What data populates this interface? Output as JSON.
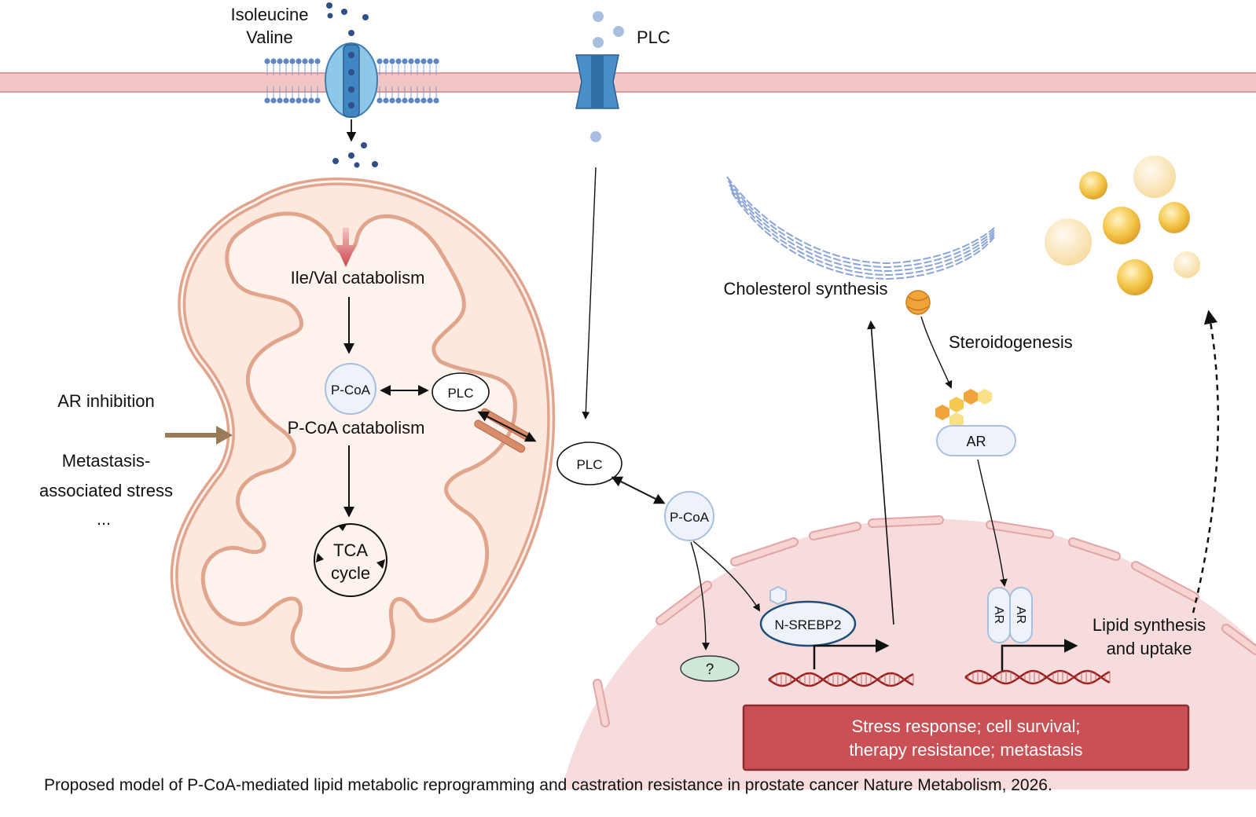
{
  "transport": {
    "amino_acids": [
      "Isoleucine",
      "Valine"
    ],
    "plc_outside": "PLC"
  },
  "mitochondrion": {
    "ile_val_catabolism": "Ile/Val catabolism",
    "pcoa_node": "P-CoA",
    "plc_node": "PLC",
    "pcoa_catabolism": "P-CoA catabolism",
    "tca_line1": "TCA",
    "tca_line2": "cycle"
  },
  "inputs": {
    "ar_inhibition": "AR inhibition",
    "stress_line1": "Metastasis-",
    "stress_line2": "associated stress",
    "ellipsis": "..."
  },
  "cytosol": {
    "plc_node": "PLC",
    "pcoa_node": "P-CoA",
    "unknown_node": "?",
    "nsrebp2": "N-SREBP2",
    "cholesterol_synthesis": "Cholesterol synthesis",
    "steroidogenesis": "Steroidogenesis",
    "ar_receptor": "AR",
    "ar_dimer": [
      "AR",
      "AR"
    ],
    "lipid_line1": "Lipid synthesis",
    "lipid_line2": "and uptake"
  },
  "outcome": {
    "line1": "Stress response; cell survival;",
    "line2": "therapy resistance; metastasis"
  },
  "caption": "Proposed model of P-CoA-mediated lipid metabolic reprogramming and castration resistance in prostate cancer Nature Metabolism, 2026.",
  "colors": {
    "membrane": "#f2c6c6",
    "membrane_edge": "#d99a9a",
    "mito_fill": "#fde8de",
    "mito_stroke": "#e0a58c",
    "nucleus_fill": "#f6dcdc",
    "outcome_box": "#c9484e",
    "channel_blue": "#4a90c8",
    "lipid_droplet": "#f2c14e"
  }
}
